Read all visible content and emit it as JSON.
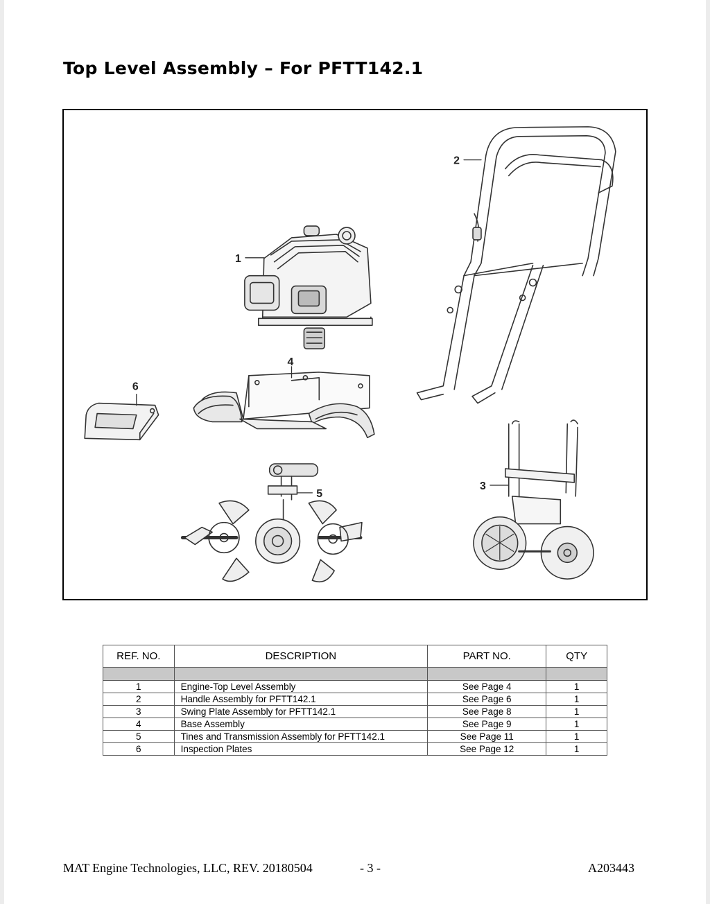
{
  "document": {
    "title": "Top Level Assembly – For PFTT142.1"
  },
  "figure": {
    "callouts": [
      "1",
      "2",
      "3",
      "4",
      "5",
      "6"
    ]
  },
  "table": {
    "headers": [
      "REF. NO.",
      "DESCRIPTION",
      "PART NO.",
      "QTY"
    ],
    "rows": [
      {
        "ref": "1",
        "description": "Engine-Top Level Assembly",
        "part_no": "See Page 4",
        "qty": "1"
      },
      {
        "ref": "2",
        "description": "Handle Assembly for PFTT142.1",
        "part_no": "See Page 6",
        "qty": "1"
      },
      {
        "ref": "3",
        "description": "Swing Plate Assembly for PFTT142.1",
        "part_no": "See Page 8",
        "qty": "1"
      },
      {
        "ref": "4",
        "description": "Base Assembly",
        "part_no": "See Page 9",
        "qty": "1"
      },
      {
        "ref": "5",
        "description": "Tines and Transmission Assembly for PFTT142.1",
        "part_no": "See Page 11",
        "qty": "1"
      },
      {
        "ref": "6",
        "description": "Inspection Plates",
        "part_no": "See Page 12",
        "qty": "1"
      }
    ]
  },
  "footer": {
    "company": "MAT Engine Technologies, LLC, REV. 20180504",
    "page": "- 3 -",
    "doc_number": "A203443"
  }
}
